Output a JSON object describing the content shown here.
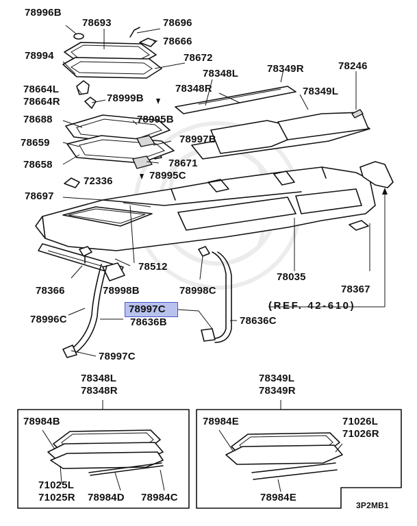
{
  "highlighted_part": "78997C",
  "reference_note": "(REF. 42-610)",
  "diagram_code": "3P2MB1",
  "part_labels": {
    "p78996B": "78996B",
    "p78693": "78693",
    "p78696": "78696",
    "p78666": "78666",
    "p78994": "78994",
    "p78672": "78672",
    "p78348L": "78348L",
    "p78349R": "78349R",
    "p78246": "78246",
    "p78664L": "78664L",
    "p78664R": "78664R",
    "p78999B": "78999B",
    "p78348R": "78348R",
    "p78349L": "78349L",
    "p78688": "78688",
    "p78995B": "78995B",
    "p78659": "78659",
    "p78997B": "78997B",
    "p78658": "78658",
    "p78671": "78671",
    "p72336": "72336",
    "p78995C": "78995C",
    "p78697": "78697",
    "p78512": "78512",
    "p78035": "78035",
    "p78366": "78366",
    "p78998B": "78998B",
    "p78998C": "78998C",
    "p78367": "78367",
    "p78996C": "78996C",
    "p78997C": "78997C",
    "p78636B": "78636B",
    "p78636C": "78636C",
    "p78997C_b": "78997C"
  },
  "inset_left": {
    "header_1": "78348L",
    "header_2": "78348R",
    "p78984B": "78984B",
    "p71025L": "71025L",
    "p71025R": "71025R",
    "p78984D": "78984D",
    "p78984C": "78984C"
  },
  "inset_right": {
    "header_1": "78349L",
    "header_2": "78349R",
    "p78984E": "78984E",
    "p71026L": "71026L",
    "p71026R": "71026R",
    "p78984E_b": "78984E"
  }
}
